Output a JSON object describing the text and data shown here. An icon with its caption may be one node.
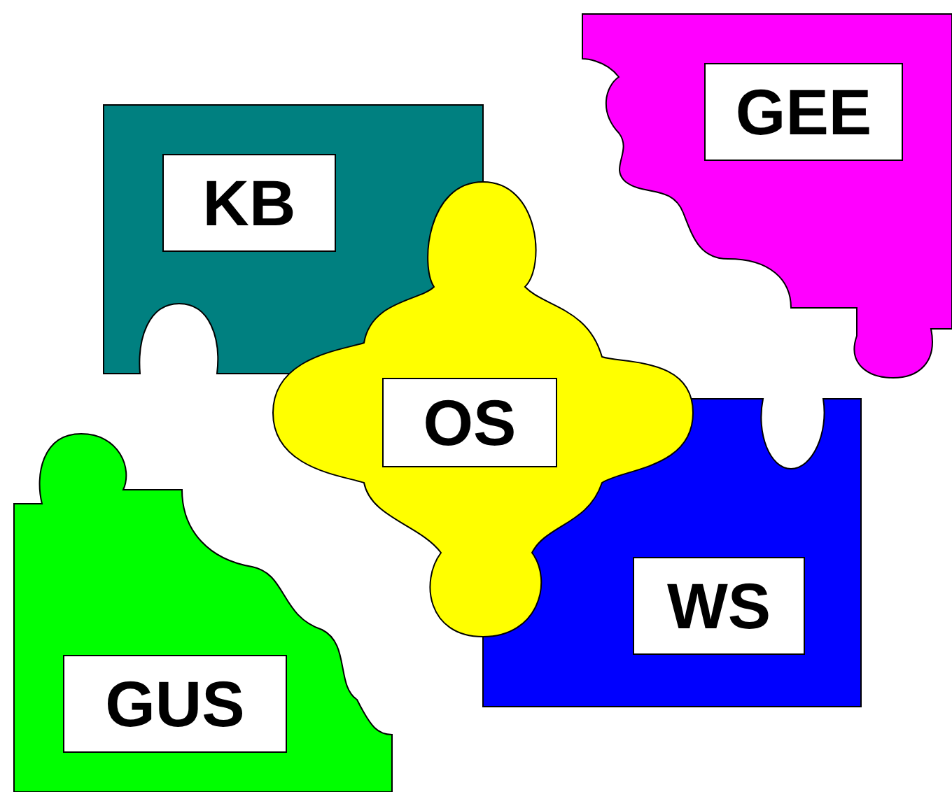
{
  "diagram": {
    "nodes": [
      {
        "text": [
          "GEE"
        ]
      },
      {
        "text": [
          "KB"
        ]
      },
      {
        "text": [
          "OS"
        ]
      },
      {
        "text": [
          "WS"
        ]
      },
      {
        "text": [
          "GUS"
        ]
      }
    ]
  }
}
